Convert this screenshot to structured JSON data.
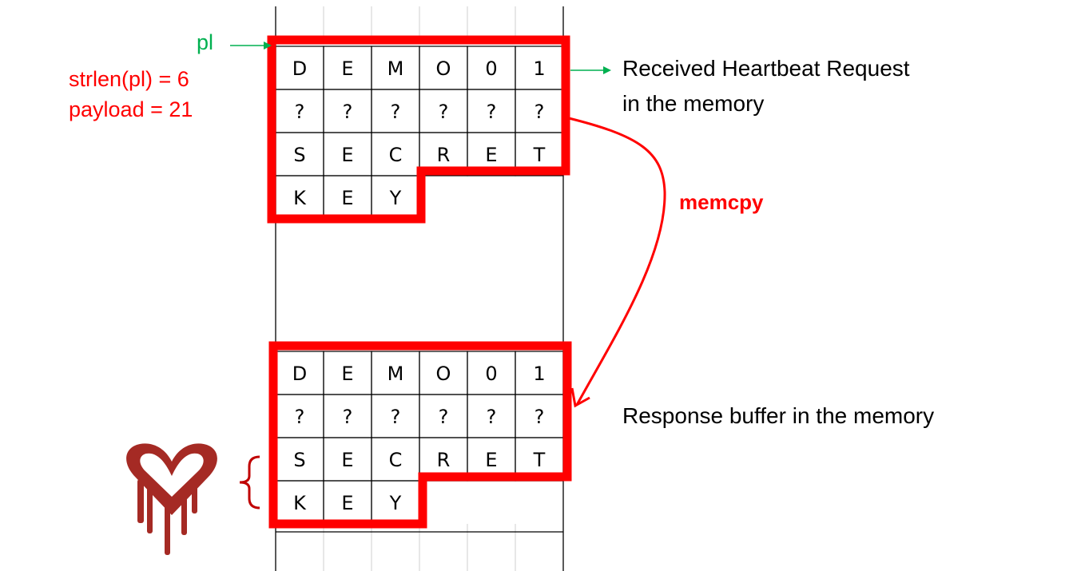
{
  "labels": {
    "pointer": "pl",
    "strlen": "strlen(pl) = 6",
    "payload": "payload = 21",
    "request": [
      "Received Heartbeat Request",
      "in the memory"
    ],
    "memcpy": "memcpy",
    "response": "Response buffer in the memory"
  },
  "request_buffer": {
    "rows": [
      [
        "D",
        "E",
        "M",
        "O",
        "0",
        "1"
      ],
      [
        "?",
        "?",
        "?",
        "?",
        "?",
        "?"
      ],
      [
        "S",
        "E",
        "C",
        "R",
        "E",
        "T"
      ],
      [
        "K",
        "E",
        "Y",
        "",
        "",
        ""
      ]
    ]
  },
  "response_buffer": {
    "rows": [
      [
        "D",
        "E",
        "M",
        "O",
        "0",
        "1"
      ],
      [
        "?",
        "?",
        "?",
        "?",
        "?",
        "?"
      ],
      [
        "S",
        "E",
        "C",
        "R",
        "E",
        "T"
      ],
      [
        "K",
        "E",
        "Y",
        "",
        "",
        ""
      ]
    ]
  },
  "values": {
    "strlen_pl": 6,
    "payload": 21,
    "copied_bytes": 21
  },
  "colors": {
    "highlight": "#ff0000",
    "pointer_arrow": "#00b050",
    "logo": "#a52a24",
    "brace": "#c00000"
  },
  "icons": {
    "logo": "heartbleed-logo-icon",
    "brace": "curly-brace-icon"
  }
}
